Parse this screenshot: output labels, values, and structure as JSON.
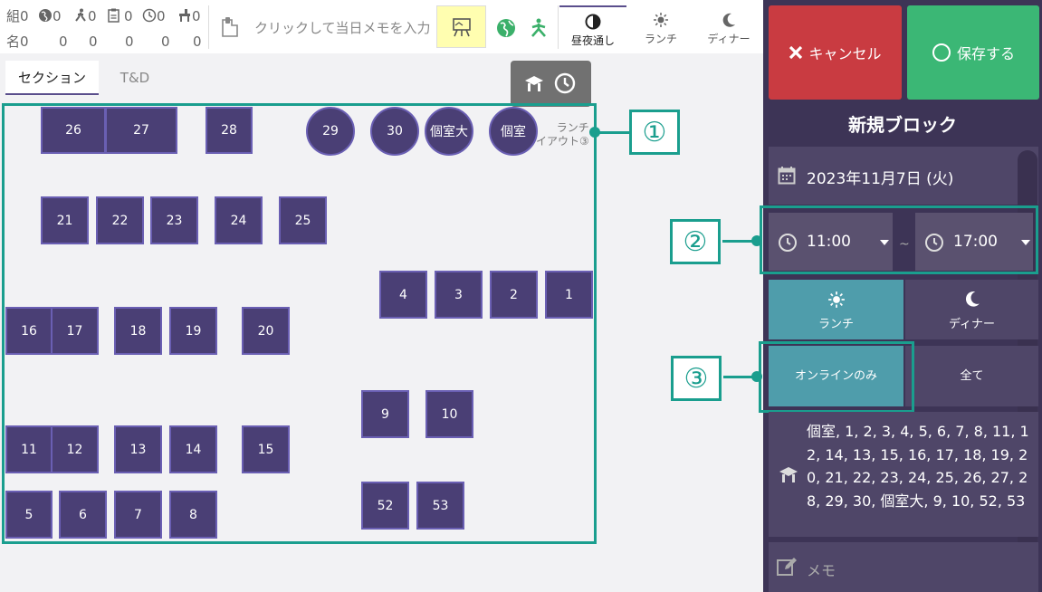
{
  "header": {
    "counters": [
      {
        "icon": "group-icon",
        "label": "組",
        "value": "0"
      },
      {
        "icon": "globe-icon",
        "value": "0"
      },
      {
        "icon": "walk-in-icon",
        "value": "0"
      },
      {
        "icon": "clipboard-icon",
        "value": "0"
      },
      {
        "icon": "clock-icon",
        "value": "0"
      },
      {
        "icon": "seat-icon",
        "value": "0"
      }
    ],
    "name_counters": [
      {
        "label": "名",
        "value": "0"
      },
      {
        "value": "0"
      },
      {
        "value": "0"
      },
      {
        "value": "0"
      },
      {
        "value": "0"
      },
      {
        "value": "0"
      }
    ],
    "memo_placeholder": "クリックして当日メモを入力",
    "modes": [
      {
        "label": "昼夜通し",
        "icon": "half-circle-icon",
        "active": true
      },
      {
        "label": "ランチ",
        "icon": "sun-icon",
        "active": false
      },
      {
        "label": "ディナー",
        "icon": "moon-icon",
        "active": false
      }
    ]
  },
  "floor": {
    "tabs": [
      {
        "label": "セクション",
        "active": true
      },
      {
        "label": "T&D",
        "active": false
      }
    ],
    "layout_label_line1": "ランチ",
    "layout_label_line2": "イアウト③",
    "tables": [
      {
        "label": "26"
      },
      {
        "label": "27"
      },
      {
        "label": "28"
      },
      {
        "label": "29"
      },
      {
        "label": "30"
      },
      {
        "label": "個室大"
      },
      {
        "label": "個室"
      },
      {
        "label": "21"
      },
      {
        "label": "22"
      },
      {
        "label": "23"
      },
      {
        "label": "24"
      },
      {
        "label": "25"
      },
      {
        "label": "4"
      },
      {
        "label": "3"
      },
      {
        "label": "2"
      },
      {
        "label": "1"
      },
      {
        "label": "16"
      },
      {
        "label": "17"
      },
      {
        "label": "18"
      },
      {
        "label": "19"
      },
      {
        "label": "20"
      },
      {
        "label": "9"
      },
      {
        "label": "10"
      },
      {
        "label": "11"
      },
      {
        "label": "12"
      },
      {
        "label": "13"
      },
      {
        "label": "14"
      },
      {
        "label": "15"
      },
      {
        "label": "5"
      },
      {
        "label": "6"
      },
      {
        "label": "7"
      },
      {
        "label": "8"
      },
      {
        "label": "52"
      },
      {
        "label": "53"
      }
    ]
  },
  "callouts": [
    "①",
    "②",
    "③"
  ],
  "panel": {
    "cancel_label": "キャンセル",
    "save_label": "保存する",
    "title": "新規ブロック",
    "date": "2023年11月7日 (火)",
    "start_time": "11:00",
    "end_time": "17:00",
    "tilde": "~",
    "lunch_label": "ランチ",
    "dinner_label": "ディナー",
    "online_only_label": "オンラインのみ",
    "all_label": "全て",
    "selected_tables": "個室, 1, 2, 3, 4, 5, 6, 7, 8, 11, 12, 14, 13, 15, 16, 17, 18, 19, 20, 21, 22, 23, 24, 25, 26, 27, 28, 29, 30, 個室大, 9, 10, 52, 53",
    "memo_label": "メモ"
  },
  "colors": {
    "table_fill": "#4a3f75",
    "table_border": "#6a5fb3",
    "callout": "#1a9e8e",
    "cancel": "#c93b41",
    "save": "#3bb775",
    "panel_bg": "#3d3456",
    "toggle_active": "#4f9dab"
  }
}
